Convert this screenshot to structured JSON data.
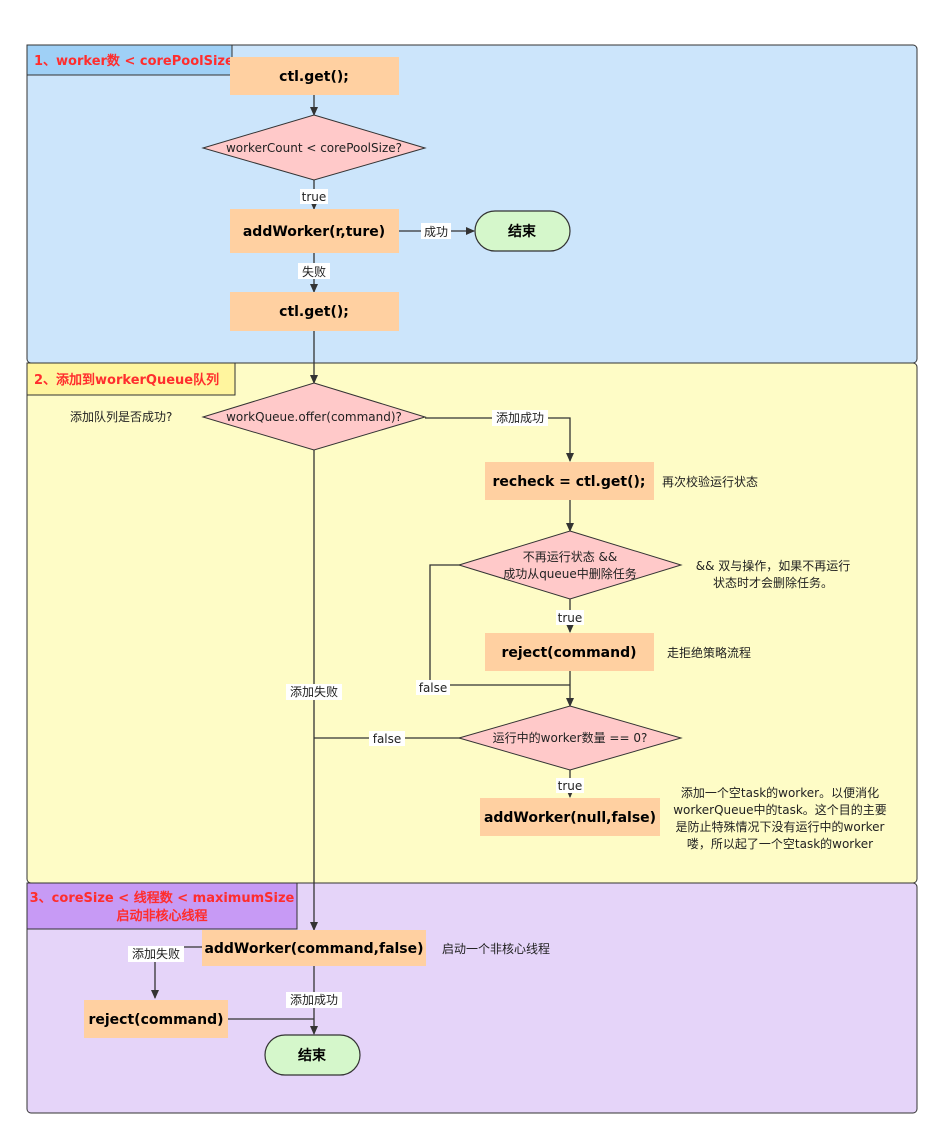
{
  "colors": {
    "section1_bg": "#cce5fb",
    "section2_bg": "#fefcc6",
    "section3_bg": "#e5d4f9",
    "section1_tag": "#9fd0f6",
    "section2_tag": "#fff59e",
    "section3_tag": "#c79af5",
    "tag_text": "#ff2d2d",
    "process_fill": "#ffd0a1",
    "decision_fill": "#ffc9c9",
    "terminal_fill": "#d5f7cb",
    "terminal_stroke": "#333333",
    "edge": "#333333"
  },
  "sections": {
    "s1": {
      "title": "1、worker数 < corePoolSize"
    },
    "s2": {
      "title": "2、添加到workerQueue队列"
    },
    "s3": {
      "title_line1": "3、coreSize < 线程数 < maximumSize",
      "title_line2": "启动非核心线程"
    }
  },
  "nodes": {
    "ctl_get_1": "ctl.get();",
    "worker_count_check": "workerCount < corePoolSize?",
    "add_worker_core": "addWorker(r,ture)",
    "end_1": "结束",
    "ctl_get_2": "ctl.get();",
    "queue_offer": "workQueue.offer(command)?",
    "recheck": "recheck = ctl.get();",
    "not_running_line1": "不再运行状态 &&",
    "not_running_line2": "成功从queue中删除任务",
    "reject_1": "reject(command)",
    "worker_zero_check": "运行中的worker数量 == 0?",
    "add_worker_null": "addWorker(null,false)",
    "add_worker_noncore": "addWorker(command,false)",
    "reject_2": "reject(command)",
    "end_2": "结束"
  },
  "edges": {
    "true_1": "true",
    "success_1": "成功",
    "fail_1": "失败",
    "add_success": "添加成功",
    "add_fail": "添加失败",
    "true_2": "true",
    "false_1": "false",
    "false_2": "false",
    "true_3": "true",
    "add_fail_2": "添加失败",
    "add_success_2": "添加成功"
  },
  "notes": {
    "queue_question": "添加队列是否成功?",
    "recheck_note": "再次校验运行状态",
    "and_note_line1": "&& 双与操作，如果不再运行",
    "and_note_line2": "状态时才会删除任务。",
    "reject_note": "走拒绝策略流程",
    "empty_task_line1": "添加一个空task的worker。以便消化",
    "empty_task_line2": "workerQueue中的task。这个目的主要",
    "empty_task_line3": "是防止特殊情况下没有运行中的worker",
    "empty_task_line4": "喽，所以起了一个空task的worker",
    "noncore_note": "启动一个非核心线程"
  }
}
